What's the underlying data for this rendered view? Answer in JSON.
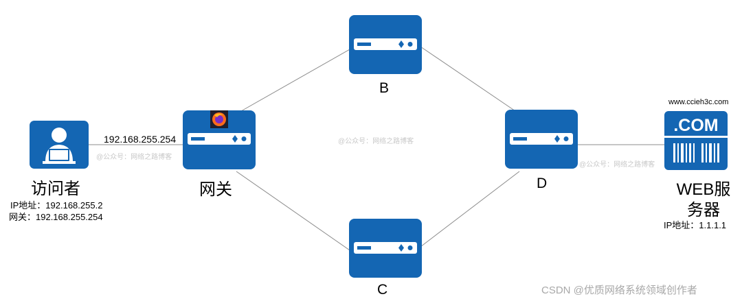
{
  "colors": {
    "device": "#1466b3",
    "link": "#8c8c8c",
    "white": "#ffffff"
  },
  "nodes": {
    "visitor": {
      "label": "访问者",
      "ip": "IP地址：192.168.255.2",
      "gateway": "网关：192.168.255.254",
      "icon": "user-at-laptop-icon"
    },
    "gateway": {
      "label": "网关",
      "interface_ip": "192.168.255.254",
      "icon": "router-icon",
      "badge": "firefox-icon"
    },
    "b": {
      "label": "B",
      "icon": "router-icon"
    },
    "c": {
      "label": "C",
      "icon": "router-icon"
    },
    "d": {
      "label": "D",
      "icon": "router-icon"
    },
    "server": {
      "label_line1": "WEB服",
      "label_line2": "务器",
      "ip": "IP地址：1.1.1.1",
      "domain": "www.ccieh3c.com",
      "icon_text": ".COM",
      "icon": "web-server-icon"
    }
  },
  "watermarks": [
    "@公众号：网络之路博客",
    "@公众号：网络之路博客",
    "@公众号：网络之路博客"
  ],
  "credit": "CSDN @优质网络系统领域创作者"
}
